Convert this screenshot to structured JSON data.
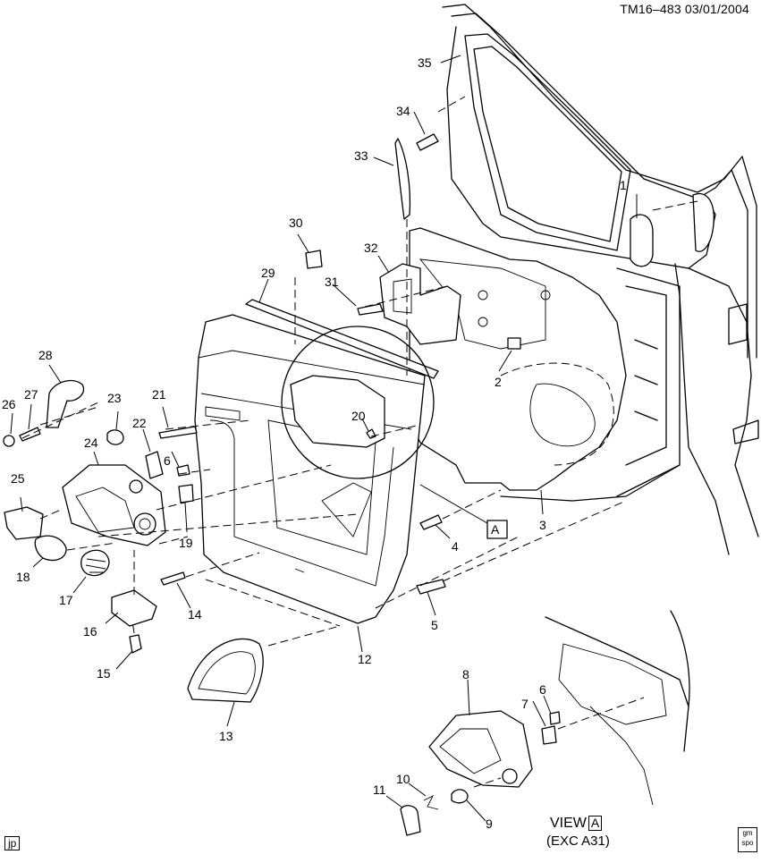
{
  "header": {
    "ref_code": "TM16–483  03/01/2004"
  },
  "view_label": {
    "prefix": "VIEW",
    "letter": "A"
  },
  "view_note": "(EXC  A31)",
  "corner_tag": "jp",
  "logo_text": "gm spo",
  "view_marker": "A",
  "callouts": [
    "1",
    "2",
    "3",
    "4",
    "5",
    "6",
    "7",
    "8",
    "9",
    "10",
    "11",
    "12",
    "13",
    "14",
    "15",
    "16",
    "17",
    "18",
    "19",
    "20",
    "21",
    "22",
    "23",
    "24",
    "25",
    "26",
    "27",
    "28",
    "29",
    "30",
    "31",
    "32",
    "33",
    "34",
    "35",
    "6"
  ]
}
